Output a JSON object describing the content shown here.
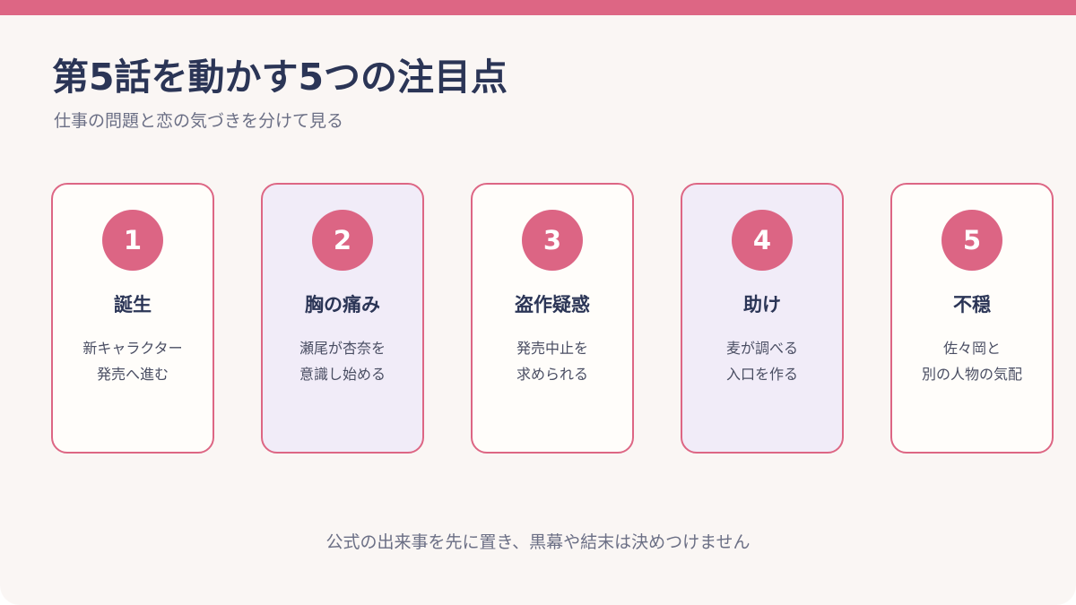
{
  "header": {
    "title": "第5話を動かす5つの注目点",
    "subtitle": "仕事の問題と恋の気づきを分けて見る"
  },
  "cards": [
    {
      "number": "1",
      "title": "誕生",
      "lines": [
        "新キャラクター",
        "発売へ進む"
      ]
    },
    {
      "number": "2",
      "title": "胸の痛み",
      "lines": [
        "瀬尾が杏奈を",
        "意識し始める"
      ]
    },
    {
      "number": "3",
      "title": "盗作疑惑",
      "lines": [
        "発売中止を",
        "求められる"
      ]
    },
    {
      "number": "4",
      "title": "助け",
      "lines": [
        "麦が調べる",
        "入口を作る"
      ]
    },
    {
      "number": "5",
      "title": "不穏",
      "lines": [
        "佐々岡と",
        "別の人物の気配"
      ]
    }
  ],
  "footer": {
    "note": "公式の出来事を先に置き、黒幕や結末は決めつけません"
  },
  "colors": {
    "accent": "#dd6684",
    "title_text": "#2b3556",
    "muted_text": "#6b6f85",
    "card_bg": "#fffdfa",
    "card_bg_alt": "#f1ecf8",
    "page_bg": "#faf6f4"
  }
}
